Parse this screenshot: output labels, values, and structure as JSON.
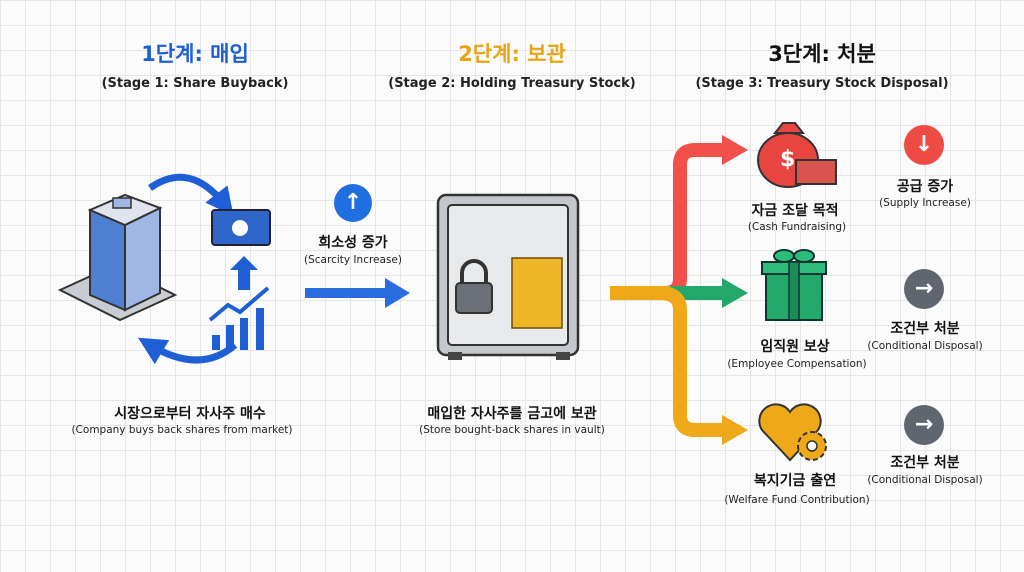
{
  "stages": [
    {
      "title": "1단계: 매입",
      "subtitle": "(Stage 1: Share Buyback)",
      "color": "#1f5fd6",
      "desc_ko": "시장으로부터 자사주 매수",
      "desc_en": "(Company buys back shares from market)"
    },
    {
      "title": "2단계: 보관",
      "subtitle": "(Stage 2: Holding Treasury Stock)",
      "color": "#e7a514",
      "desc_ko": "매입한 자사주를 금고에 보관",
      "desc_en": "(Store bought-back shares in vault)"
    },
    {
      "title": "3단계: 처분",
      "subtitle": "(Stage 3: Treasury Stock Disposal)",
      "color": "#111111"
    }
  ],
  "scarcity": {
    "ko": "희소성 증가",
    "en": "(Scarcity Increase)",
    "icon": "arrow-up-icon",
    "color": "#1f6fe0"
  },
  "disposals": [
    {
      "ko": "자금 조달 목적",
      "en": "(Cash Fundraising)",
      "color": "#f2504b",
      "effect_ko": "공급 증가",
      "effect_en": "(Supply Increase)",
      "effect_icon": "arrow-down-icon",
      "effect_color": "#ef4b45"
    },
    {
      "ko": "임직원 보상",
      "en": "(Employee Compensation)",
      "color": "#22a86a",
      "effect_ko": "조건부 처분",
      "effect_en": "(Conditional Disposal)",
      "effect_icon": "arrow-right-icon",
      "effect_color": "#5f6670"
    },
    {
      "ko": "복지기금 출연",
      "en": "(Welfare Fund Contribution)",
      "color": "#efa818",
      "effect_ko": "조건부 처분",
      "effect_en": "(Conditional Disposal)",
      "effect_icon": "arrow-right-icon",
      "effect_color": "#5f6670"
    }
  ]
}
